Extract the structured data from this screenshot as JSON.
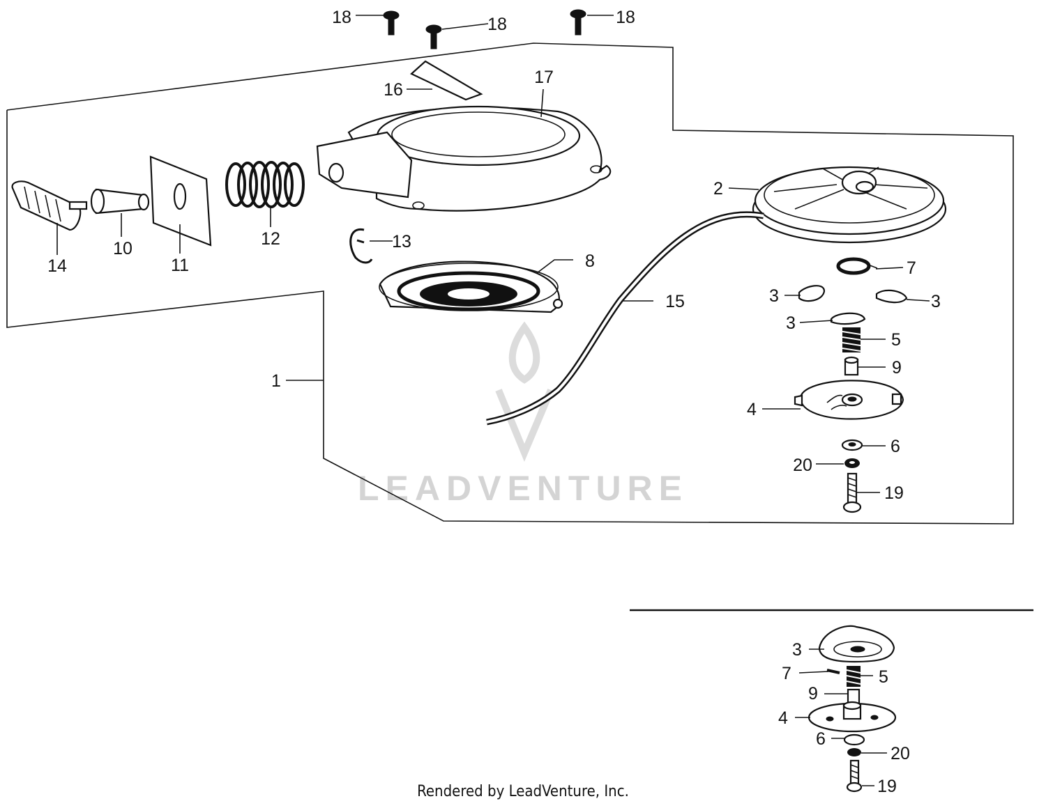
{
  "diagram": {
    "watermark": "LEADVENTURE",
    "footer": "Rendered by LeadVenture, Inc.",
    "callouts": {
      "c1": "1",
      "c2": "2",
      "c3a": "3",
      "c3b": "3",
      "c3c": "3",
      "c4": "4",
      "c5": "5",
      "c6": "6",
      "c7": "7",
      "c8": "8",
      "c9": "9",
      "c10": "10",
      "c11": "11",
      "c12": "12",
      "c13": "13",
      "c14": "14",
      "c15": "15",
      "c16": "16",
      "c17": "17",
      "c18a": "18",
      "c18b": "18",
      "c18c": "18",
      "c19": "19",
      "c20": "20"
    },
    "inset_callouts": {
      "c3": "3",
      "c7": "7",
      "c5": "5",
      "c9": "9",
      "c4": "4",
      "c6": "6",
      "c20": "20",
      "c19": "19"
    }
  }
}
